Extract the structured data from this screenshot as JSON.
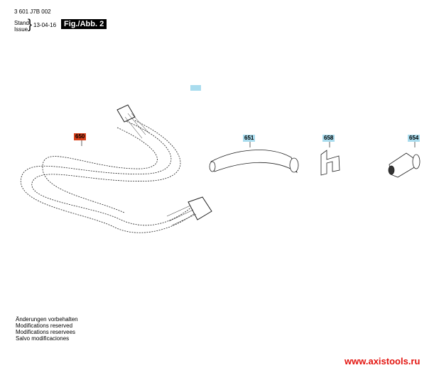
{
  "header": {
    "doc_number": "3 601 J7B 002",
    "stand_label": "Stand",
    "issue_label": "Issue",
    "date": "13-04-16",
    "figure": "Fig./Abb. 2"
  },
  "parts": [
    {
      "number": "650",
      "color": "#d8401c"
    },
    {
      "number": "651",
      "color": "#a9dcee"
    },
    {
      "number": "658",
      "color": "#a9dcee"
    },
    {
      "number": "654",
      "color": "#a9dcee"
    }
  ],
  "notes": [
    "Änderungen vorbehalten",
    "Modifications reserved",
    "Modifications reservees",
    "Salvo modificaciones"
  ],
  "watermark": "www.axistools.ru"
}
